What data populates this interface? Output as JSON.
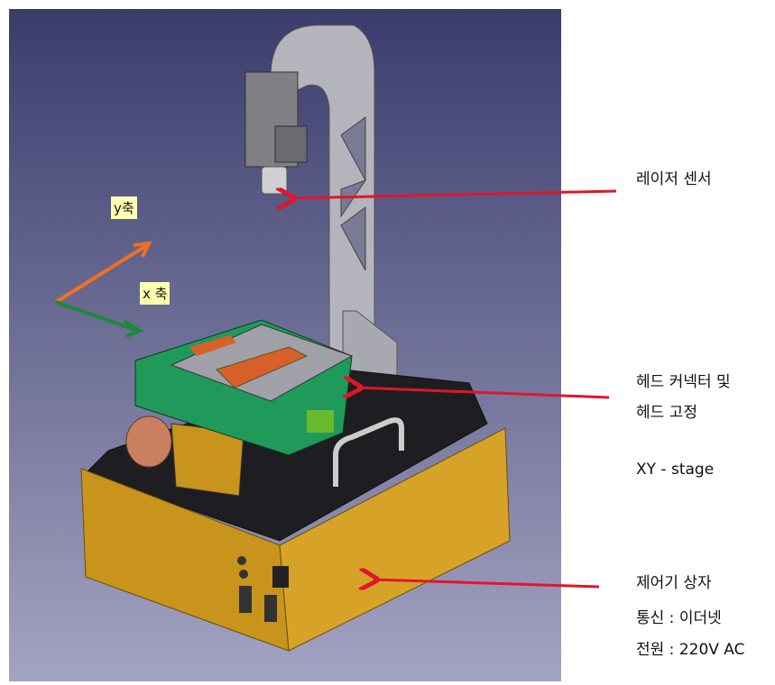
{
  "axes": {
    "y_label": "y축",
    "x_label": "x 축"
  },
  "callouts": {
    "laser_sensor": "레이저 센서",
    "head_line1": "헤드 커넥터 및",
    "head_line2": "헤드 고정",
    "xy_stage": "XY - stage",
    "control_box": "제어기 상자",
    "comm": "통신 : 이더넷",
    "power": "전원 : 220V AC"
  },
  "colors": {
    "arrow": "#e0162b",
    "y_axis": "#f07020",
    "x_axis": "#1a8a3a",
    "box": "#c8941c"
  }
}
